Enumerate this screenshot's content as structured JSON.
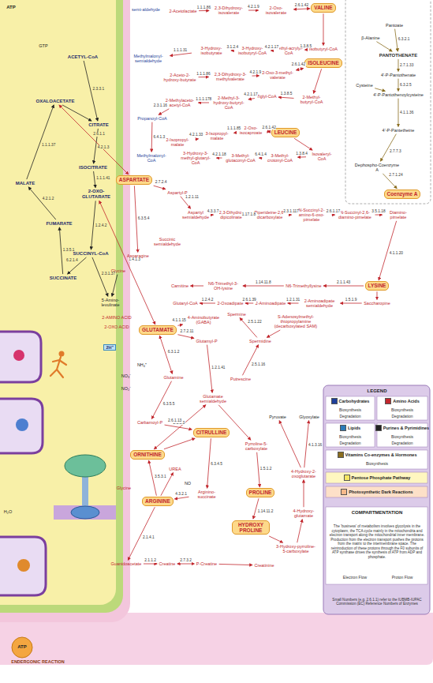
{
  "diagram": {
    "nodes": [
      {
        "text": [
          "ACETYL-CoA"
        ]
      },
      {
        "text": [
          "OXALOACETATE"
        ]
      },
      {
        "text": [
          "CITRATE"
        ]
      },
      {
        "text": [
          "ISOCITRATE"
        ]
      },
      {
        "text": [
          "MALATE"
        ]
      },
      {
        "text": [
          "2-OXO-GLUTARATE"
        ]
      },
      {
        "text": [
          "FUMARATE"
        ]
      },
      {
        "text": [
          "SUCCINYL-CoA"
        ]
      },
      {
        "text": [
          "SUCCINATE"
        ]
      },
      {
        "text": [
          "5-Amino-levulinate"
        ]
      },
      {
        "text": [
          "Glycine"
        ]
      },
      {
        "text": [
          "semi-aldehyde"
        ]
      },
      {
        "text": [
          "2-Acetolactate"
        ]
      },
      {
        "text": [
          "2,3-Dihydroxy-isovalerate"
        ]
      },
      {
        "text": [
          "2-Oxo-isovalerate"
        ]
      },
      {
        "text": [
          "VALINE"
        ]
      },
      {
        "text": [
          "Methylmalonyl-semialdehyde"
        ]
      },
      {
        "text": [
          "3-Hydroxy-isobutyrate"
        ]
      },
      {
        "text": [
          "3-Hydroxy-isobutyryl-CoA"
        ]
      },
      {
        "text": [
          "Methyl-acrylyl-CoA"
        ]
      },
      {
        "text": [
          "Isobutyryl-CoA"
        ]
      },
      {
        "text": [
          "2-Aceto-2-hydroxy-butyrate"
        ]
      },
      {
        "text": [
          "2,3-Dihydroxy-3-methylvalerate"
        ]
      },
      {
        "text": [
          "2-Oxo-3-methyl-valerate"
        ]
      },
      {
        "text": [
          "ISOLEUCINE"
        ]
      },
      {
        "text": [
          "2-Methylaceto-acetyl-CoA"
        ]
      },
      {
        "text": [
          "2-Methyl-3-hydroxy-butyryl-CoA"
        ]
      },
      {
        "text": [
          "Tiglyl-CoA"
        ]
      },
      {
        "text": [
          "2-Methyl-butyryl-CoA"
        ]
      },
      {
        "text": [
          "Propanoyl-CoA"
        ]
      },
      {
        "text": [
          "2-Isopropyl-malate"
        ]
      },
      {
        "text": [
          "3-Isopropyl-malate"
        ]
      },
      {
        "text": [
          "2-Oxo-isocaproate"
        ]
      },
      {
        "text": [
          "LEUCINE"
        ]
      },
      {
        "text": [
          "Methylmalonyl-CoA"
        ]
      },
      {
        "text": [
          "3-Hydroxy-3-methyl-glutaryl-CoA"
        ]
      },
      {
        "text": [
          "3-Methyl-glutaconyl-CoA"
        ]
      },
      {
        "text": [
          "3-Methyl-crotonyl-CoA"
        ]
      },
      {
        "text": [
          "Isovaleryl-CoA"
        ]
      },
      {
        "text": [
          "ASPARTATE"
        ]
      },
      {
        "text": [
          "Aspartyl-P"
        ]
      },
      {
        "text": [
          "Aspartyl semialdehyde"
        ]
      },
      {
        "text": [
          "2,3-Dihydro-dipicolinate"
        ]
      },
      {
        "text": [
          "Piperideine-2,6-dicarboxylate"
        ]
      },
      {
        "text": [
          "N-Succinyl-2-amino-6-oxo-pimelate"
        ]
      },
      {
        "text": [
          "N-Succinyl-2,6-diamino-pimelate"
        ]
      },
      {
        "text": [
          "Diamino-pimelate"
        ]
      },
      {
        "text": [
          "Succinic semialdehyde"
        ]
      },
      {
        "text": [
          "Asparagine"
        ]
      },
      {
        "text": [
          "Carnitine"
        ]
      },
      {
        "text": [
          "N6-Trimethyl-3-OH-lysine"
        ]
      },
      {
        "text": [
          "N6-Trimethyllysine"
        ]
      },
      {
        "text": [
          "LYSINE"
        ]
      },
      {
        "text": [
          "Glutaryl-CoA"
        ]
      },
      {
        "text": [
          "2-Oxoadipate"
        ]
      },
      {
        "text": [
          "2-Aminoadipate"
        ]
      },
      {
        "text": [
          "2-Aminoadipate semialdehyde"
        ]
      },
      {
        "text": [
          "Saccharopine"
        ]
      },
      {
        "text": [
          "2-AMINO ACID"
        ]
      },
      {
        "text": [
          "2-OXO ACID"
        ]
      },
      {
        "text": [
          "4-Aminobutyrate (GABA)"
        ]
      },
      {
        "text": [
          "Spermine"
        ]
      },
      {
        "text": [
          "S-Adenosylmethyl-thiopropylamine (decarboxylated SAM)"
        ]
      },
      {
        "text": [
          "GLUTAMATE"
        ]
      },
      {
        "text": [
          "Spermidine"
        ]
      },
      {
        "text": [
          "Glutamyl-P"
        ]
      },
      {
        "text": [
          "Glutamine"
        ]
      },
      {
        "text": [
          "Putrescine"
        ]
      },
      {
        "text": [
          "Glutamate semialdehyde"
        ]
      },
      {
        "text": [
          "Carbamoyl-P"
        ]
      },
      {
        "text": [
          "CITRULLINE"
        ]
      },
      {
        "text": [
          "Pyruvate"
        ]
      },
      {
        "text": [
          "Glyoxylate"
        ]
      },
      {
        "text": [
          "Pyrroline-5-carboxylate"
        ]
      },
      {
        "text": [
          "ORNITHINE"
        ]
      },
      {
        "text": [
          "UREA"
        ]
      },
      {
        "text": [
          "4-Hydroxy-2-oxoglutarate"
        ]
      },
      {
        "text": [
          "PROLINE"
        ]
      },
      {
        "text": [
          "Arginino-succinate"
        ]
      },
      {
        "text": [
          "ARGININE"
        ]
      },
      {
        "text": [
          "4-Hydroxy-glutamate"
        ]
      },
      {
        "text": [
          "HYDROXY PROLINE"
        ]
      },
      {
        "text": [
          "3-Hydroxy-pyrroline-5-carboxylate"
        ]
      },
      {
        "text": [
          "Guanidoacetate"
        ]
      },
      {
        "text": [
          "Creatine"
        ]
      },
      {
        "text": [
          "P-Creatine"
        ]
      },
      {
        "text": [
          "Creatinine"
        ]
      },
      {
        "text": [
          "Pantoate"
        ]
      },
      {
        "text": [
          "PANTOTHENATE"
        ]
      },
      {
        "text": [
          "4'-P-Pantothenate"
        ]
      },
      {
        "text": [
          "Cysteine"
        ]
      },
      {
        "text": [
          "4'-P-Pantothenoylcysteine"
        ]
      },
      {
        "text": [
          "4'-P-Pantetheine"
        ]
      },
      {
        "text": [
          "Dephospho-Coenzyme A"
        ]
      },
      {
        "text": [
          "Coenzyme A"
        ]
      },
      {
        "text": [
          "β-Alanine"
        ]
      }
    ],
    "edges": [
      {
        "from": 12,
        "to": 13,
        "arrow": "to",
        "label": "1.1.1.86"
      },
      {
        "from": 13,
        "to": 14,
        "arrow": "to",
        "label": "4.2.1.9"
      },
      {
        "from": 14,
        "to": 15,
        "arrow": "both",
        "label": "2.6.1.42"
      },
      {
        "from": 15,
        "to": 20,
        "arrow": "to"
      },
      {
        "from": 20,
        "to": 19,
        "arrow": "to",
        "label": "1.3.8.5"
      },
      {
        "from": 19,
        "to": 18,
        "arrow": "to",
        "label": "4.2.1.17"
      },
      {
        "from": 18,
        "to": 17,
        "arrow": "to",
        "label": "3.1.2.4"
      },
      {
        "from": 17,
        "to": 16,
        "arrow": "to",
        "label": "1.1.1.31"
      },
      {
        "from": 21,
        "to": 22,
        "arrow": "to",
        "label": "1.1.1.86"
      },
      {
        "from": 22,
        "to": 23,
        "arrow": "to",
        "label": "4.2.1.9"
      },
      {
        "from": 23,
        "to": 24,
        "arrow": "both",
        "label": "2.6.1.42"
      },
      {
        "from": 24,
        "to": 28,
        "arrow": "to"
      },
      {
        "from": 28,
        "to": 27,
        "arrow": "to",
        "label": "1.3.8.5"
      },
      {
        "from": 27,
        "to": 26,
        "arrow": "to",
        "label": "4.2.1.17"
      },
      {
        "from": 26,
        "to": 25,
        "arrow": "to",
        "label": "1.1.1.178"
      },
      {
        "from": 25,
        "to": 29,
        "arrow": "to",
        "label": "2.3.1.16"
      },
      {
        "from": 29,
        "to": 34,
        "arrow": "to",
        "label": "6.4.1.3"
      },
      {
        "from": 30,
        "to": 31,
        "arrow": "to",
        "label": "4.2.1.33"
      },
      {
        "from": 31,
        "to": 32,
        "arrow": "to",
        "label": "1.1.1.85"
      },
      {
        "from": 32,
        "to": 33,
        "arrow": "both",
        "label": "2.6.1.42"
      },
      {
        "from": 33,
        "to": 38,
        "arrow": "to"
      },
      {
        "from": 38,
        "to": 37,
        "arrow": "to",
        "label": "1.3.8.4"
      },
      {
        "from": 37,
        "to": 36,
        "arrow": "to",
        "label": "6.4.1.4"
      },
      {
        "from": 36,
        "to": 35,
        "arrow": "to",
        "label": "4.2.1.18"
      },
      {
        "from": 0,
        "to": 2,
        "arrow": "to",
        "label": "2.3.3.1"
      },
      {
        "from": 1,
        "to": 2,
        "arrow": "to"
      },
      {
        "from": 2,
        "to": 3,
        "arrow": "to",
        "label": "4.2.1.3"
      },
      {
        "from": 3,
        "to": 5,
        "arrow": "to",
        "label": "1.1.1.41"
      },
      {
        "from": 5,
        "to": 7,
        "arrow": "to",
        "label": "1.2.4.2"
      },
      {
        "from": 7,
        "to": 8,
        "arrow": "to",
        "label": "6.2.1.4"
      },
      {
        "from": 8,
        "to": 6,
        "arrow": "to",
        "label": "1.3.5.1"
      },
      {
        "from": 6,
        "to": 4,
        "arrow": "to",
        "label": "4.2.1.2"
      },
      {
        "from": 4,
        "to": 1,
        "arrow": "to",
        "label": "1.1.1.37"
      },
      {
        "from": 7,
        "to": 9,
        "arrow": "to",
        "label": "2.3.1.37"
      },
      {
        "from": 10,
        "to": 9,
        "arrow": "to"
      },
      {
        "from": 1,
        "to": 39,
        "arrow": "both",
        "label": "2.6.1.1"
      },
      {
        "from": 39,
        "to": 40,
        "arrow": "to",
        "label": "2.7.2.4"
      },
      {
        "from": 40,
        "to": 41,
        "arrow": "to",
        "label": "1.2.1.11"
      },
      {
        "from": 41,
        "to": 42,
        "arrow": "to",
        "label": "4.3.3.7"
      },
      {
        "from": 42,
        "to": 43,
        "arrow": "to",
        "label": "1.17.1.8"
      },
      {
        "from": 43,
        "to": 44,
        "arrow": "to",
        "label": "2.3.1.117"
      },
      {
        "from": 44,
        "to": 45,
        "arrow": "to",
        "label": "2.6.1.17"
      },
      {
        "from": 45,
        "to": 46,
        "arrow": "to",
        "label": "3.5.1.18"
      },
      {
        "from": 46,
        "to": 52,
        "arrow": "to",
        "label": "4.1.1.20"
      },
      {
        "from": 39,
        "to": 48,
        "arrow": "to",
        "label": "6.3.5.4"
      },
      {
        "from": 52,
        "to": 57,
        "arrow": "to"
      },
      {
        "from": 57,
        "to": 56,
        "arrow": "to",
        "label": "1.5.1.9"
      },
      {
        "from": 56,
        "to": 55,
        "arrow": "to",
        "label": "1.2.1.31"
      },
      {
        "from": 55,
        "to": 54,
        "arrow": "to",
        "label": "2.6.1.39"
      },
      {
        "from": 54,
        "to": 53,
        "arrow": "to",
        "label": "1.2.4.2"
      },
      {
        "from": 52,
        "to": 51,
        "arrow": "to",
        "label": "2.1.1.43"
      },
      {
        "from": 51,
        "to": 50,
        "arrow": "to",
        "label": "1.14.11.8"
      },
      {
        "from": 50,
        "to": 49,
        "arrow": "to"
      },
      {
        "from": 63,
        "to": 60,
        "arrow": "to",
        "label": "4.1.1.15"
      },
      {
        "from": 5,
        "to": 63,
        "arrow": "both",
        "label": "1.4.1.3"
      },
      {
        "from": 63,
        "to": 66,
        "arrow": "both",
        "label": "6.3.1.2"
      },
      {
        "from": 63,
        "to": 65,
        "arrow": "to",
        "label": "2.7.2.11"
      },
      {
        "from": 65,
        "to": 68,
        "arrow": "to",
        "label": "1.2.1.41"
      },
      {
        "from": 68,
        "to": 73,
        "arrow": "to"
      },
      {
        "from": 73,
        "to": 77,
        "arrow": "to",
        "label": "1.5.1.2"
      },
      {
        "from": 69,
        "to": 70,
        "arrow": "to",
        "label": "2.1.3.3"
      },
      {
        "from": 74,
        "to": 70,
        "arrow": "to"
      },
      {
        "from": 70,
        "to": 78,
        "arrow": "to",
        "label": "6.3.4.5"
      },
      {
        "from": 78,
        "to": 79,
        "arrow": "to",
        "label": "4.3.2.1"
      },
      {
        "from": 79,
        "to": 74,
        "arrow": "to",
        "label": "3.5.3.1"
      },
      {
        "from": 79,
        "to": 75,
        "arrow": "to"
      },
      {
        "from": 66,
        "to": 69,
        "arrow": "to",
        "label": "6.3.5.5"
      },
      {
        "from": 68,
        "to": 74,
        "arrow": "both",
        "label": "2.6.1.13"
      },
      {
        "from": 67,
        "to": 64,
        "arrow": "to",
        "label": "2.5.1.16"
      },
      {
        "from": 64,
        "to": 61,
        "arrow": "to",
        "label": "2.5.1.22"
      },
      {
        "from": 62,
        "to": 64,
        "arrow": "to"
      },
      {
        "from": 77,
        "to": 81,
        "arrow": "to",
        "label": "1.14.11.2"
      },
      {
        "from": 81,
        "to": 82,
        "arrow": "to"
      },
      {
        "from": 82,
        "to": 80,
        "arrow": "to"
      },
      {
        "from": 80,
        "to": 76,
        "arrow": "to"
      },
      {
        "from": 76,
        "to": 72,
        "arrow": "to",
        "label": "4.1.3.16"
      },
      {
        "from": 76,
        "to": 71,
        "arrow": "to"
      },
      {
        "from": 79,
        "to": 83,
        "arrow": "to",
        "label": "2.1.4.1"
      },
      {
        "from": 83,
        "to": 84,
        "arrow": "to",
        "label": "2.1.1.2"
      },
      {
        "from": 84,
        "to": 85,
        "arrow": "both",
        "label": "2.7.3.2"
      },
      {
        "from": 85,
        "to": 86,
        "arrow": "to"
      },
      {
        "from": 87,
        "to": 88,
        "arrow": "to",
        "label": "6.3.2.1"
      },
      {
        "from": 95,
        "to": 88,
        "arrow": "to"
      },
      {
        "from": 88,
        "to": 89,
        "arrow": "to",
        "label": "2.7.1.33"
      },
      {
        "from": 89,
        "to": 91,
        "arrow": "to",
        "label": "6.3.2.5"
      },
      {
        "from": 90,
        "to": 91,
        "arrow": "to"
      },
      {
        "from": 91,
        "to": 92,
        "arrow": "to",
        "label": "4.1.1.36"
      },
      {
        "from": 92,
        "to": 93,
        "arrow": "to",
        "label": "2.7.7.3"
      },
      {
        "from": 93,
        "to": 94,
        "arrow": "to",
        "label": "2.7.1.24"
      }
    ],
    "labels": [
      "ATP",
      "GTP",
      "2H⁺",
      "NH₄⁺",
      "NO₃⁻",
      "NO₂⁻",
      "NO",
      "Glycine",
      "H₂O",
      "ATP",
      "ENDERGONIC REACTION",
      "LEGEND",
      "Biosynthesis",
      "Degradation",
      "Biosynthesis",
      "Degradation",
      "Biosynthesis",
      "Degradation",
      "Biosynthesis",
      "Degradation",
      "Biosynthesis",
      "COMPARTMENTATION",
      "The 'business' of metabolism involves glycolysis in the cytoplasm, the TCA cycle mainly in the mitochondria and electron transport along the mitochondrial inner membrane. Production from the electron transport pushes the protons from the matrix to the intermembrane space. The reintroduction of these protons through the F0 subunits of ATP synthase drives the synthesis of ATP from ADP and phosphate.",
      "Electron Flow",
      "Proton Flow",
      "Small Numbers (e.g. 2.6.1.1) refer to the IUBMB-IUPAC Commission (EC) Reference Numbers of Enzymes"
    ],
    "legend": [
      {
        "text": "Carbohydrates",
        "color": "#1f3f9a"
      },
      {
        "text": "Amino Acids",
        "color": "#c1272d"
      },
      {
        "text": "Lipids",
        "color": "#2a7ab8"
      },
      {
        "text": "Purines & Pyrimidines",
        "color": "#222222"
      },
      {
        "text": "Vitamins Co-enzymes & Hormones",
        "color": "#8a6d1f"
      },
      {
        "text": "Pentose Phosphate Pathway",
        "color": "#f5e663"
      },
      {
        "text": "Photosynthetic Dark Reactions",
        "color": "#f6b98a"
      }
    ]
  }
}
